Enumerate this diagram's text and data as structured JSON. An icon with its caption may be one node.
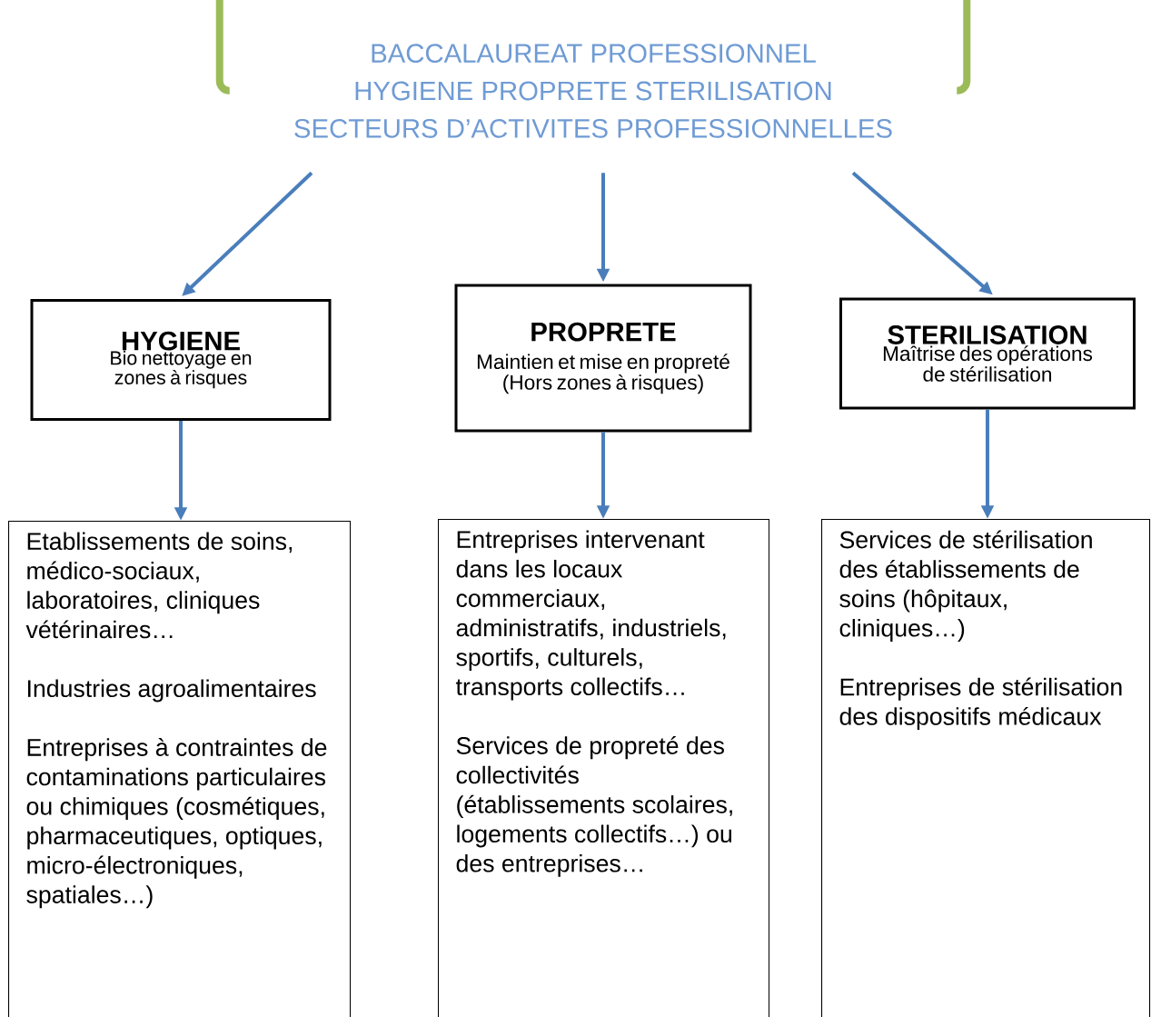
{
  "diagram": {
    "nodes": [
      {
        "text": [
          "BACCALAUREAT PROFESSIONNEL",
          "HYGIENE PROPRETE STERILISATION",
          "SECTEURS D’ACTIVITES PROFESSIONNELLES"
        ]
      },
      {
        "text": [
          "HYGIENE",
          "Bio nettoyage en zones à risques"
        ]
      },
      {
        "text": [
          "PROPRETE",
          "Maintien et mise en propreté",
          "(Hors zones à risques)"
        ]
      },
      {
        "text": [
          "STERILISATION",
          "Maîtrise des opérations de stérilisation"
        ]
      },
      {
        "text": [
          "Etablissements de soins, médico-sociaux, laboratoires, cliniques vétérinaires…",
          "Industries agroalimentaires",
          "Entreprises à contraintes de contaminations particulaires ou chimiques (cosmétiques, pharmaceutiques, optiques, micro-électroniques, spatiales…)"
        ]
      },
      {
        "text": [
          "Entreprises intervenant dans les locaux commerciaux, administratifs, industriels, sportifs, culturels, transports collectifs…",
          "Services de propreté des collectivités (établissements scolaires, logements collectifs…) ou des entreprises…"
        ]
      },
      {
        "text": [
          "Services de stérilisation des établissements de soins (hôpitaux, cliniques…)",
          "Entreprises de stérilisation des dispositifs médicaux"
        ]
      }
    ],
    "edges": [
      {
        "from": 0,
        "to": 1,
        "arrow": "to"
      },
      {
        "from": 0,
        "to": 2,
        "arrow": "to"
      },
      {
        "from": 0,
        "to": 3,
        "arrow": "to"
      },
      {
        "from": 1,
        "to": 4,
        "arrow": "to"
      },
      {
        "from": 2,
        "to": 5,
        "arrow": "to"
      },
      {
        "from": 3,
        "to": 6,
        "arrow": "to"
      }
    ]
  }
}
